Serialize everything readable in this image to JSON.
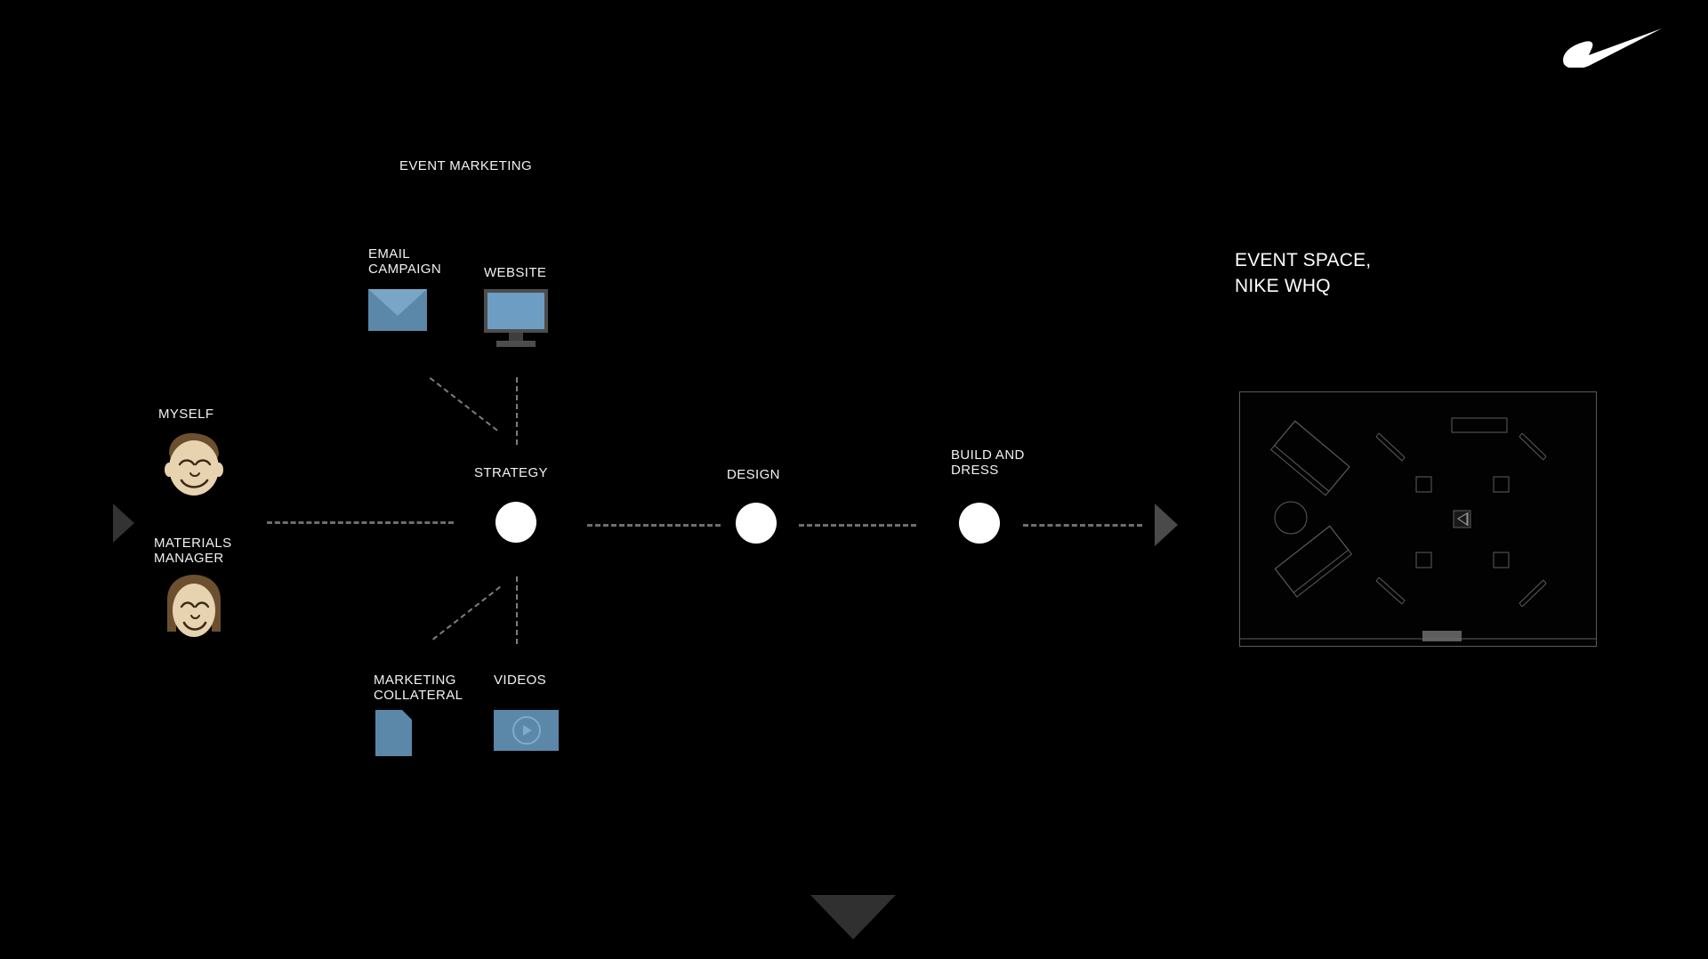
{
  "brand": {
    "logo_name": "nike-swoosh-logo",
    "logo_alt": "Nike"
  },
  "section_title": "EVENT MARKETING",
  "right_panel": {
    "title": "EVENT SPACE,\nNIKE WHQ"
  },
  "stakeholders": [
    {
      "label": "MYSELF",
      "avatar": "male-face-avatar"
    },
    {
      "label": "MATERIALS\nMANAGER",
      "avatar": "female-face-avatar"
    }
  ],
  "timeline": {
    "nodes": [
      {
        "label": "STRATEGY"
      },
      {
        "label": "DESIGN"
      },
      {
        "label": "BUILD AND\nDRESS"
      }
    ]
  },
  "assets_top": [
    {
      "label": "EMAIL\nCAMPAIGN",
      "icon": "envelope-icon"
    },
    {
      "label": "WEBSITE",
      "icon": "monitor-icon"
    }
  ],
  "assets_bottom": [
    {
      "label": "MARKETING\nCOLLATERAL",
      "icon": "document-icon"
    },
    {
      "label": "VIDEOS",
      "icon": "video-play-icon"
    }
  ],
  "markers": {
    "start_arrow": "start-arrow-marker",
    "end_arrow": "end-arrow-marker",
    "down_arrow": "scroll-down-arrow"
  },
  "colors": {
    "background": "#000000",
    "asset_blue": "#5b87a8",
    "screen_blue": "#6d9dc2",
    "node_white": "#ffffff",
    "dash_gray": "#6e6e6e",
    "arrow_gray": "#333333",
    "plan_outline": "#5a5a5a"
  },
  "floorplan": {
    "name": "event-space-floorplan",
    "objects": [
      "rotated-table-top-left",
      "rotated-table-bottom-left",
      "round-table",
      "bar-counter-top",
      "chair-1",
      "chair-2",
      "chair-3",
      "chair-4",
      "divider-1",
      "divider-2",
      "divider-3",
      "divider-4",
      "projector-icon",
      "entrance-bar"
    ]
  }
}
